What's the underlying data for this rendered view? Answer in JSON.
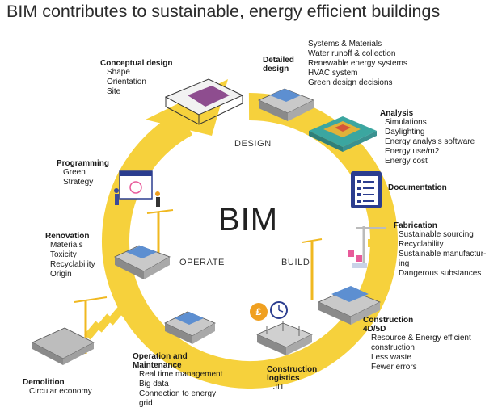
{
  "title": "BIM contributes to sustainable, energy efficient buildings",
  "center": "BIM",
  "phases": {
    "design": "DESIGN",
    "build": "BUILD",
    "operate": "OPERATE"
  },
  "colors": {
    "ring": "#f6d13c",
    "accent_blue": "#2b3d8f",
    "text": "#1a1a1a"
  },
  "stages": {
    "conceptual": {
      "title": [
        "Conceptual design"
      ],
      "items": [
        "Shape",
        "Orientation",
        "Site"
      ]
    },
    "detailed": {
      "title": [
        "Detailed",
        "design"
      ],
      "items": [
        "Systems & Materials",
        "Water runoff & collection",
        "Renewable energy systems",
        "HVAC system",
        "Green design decisions"
      ]
    },
    "analysis": {
      "title": [
        "Analysis"
      ],
      "items": [
        "Simulations",
        "Daylighting",
        "Energy analysis software",
        "Energy use/m2",
        "Energy cost"
      ]
    },
    "documentation": {
      "title": [
        "Documentation"
      ],
      "items": []
    },
    "fabrication": {
      "title": [
        "Fabrication"
      ],
      "items": [
        "Sustainable sourcing",
        "Recyclability",
        "Sustainable manufactur-",
        "ing",
        "Dangerous substances"
      ]
    },
    "construction": {
      "title": [
        "Construction",
        "4D/5D"
      ],
      "items": [
        "Resource & Energy efficient",
        "   construction",
        "Less waste",
        "Fewer errors"
      ]
    },
    "logistics": {
      "title": [
        "Construction",
        "logistics"
      ],
      "items": [
        "JIT"
      ]
    },
    "operation": {
      "title": [
        "Operation and",
        "Maintenance"
      ],
      "items": [
        "Real time management",
        "Big data",
        "Connection to energy",
        "grid"
      ]
    },
    "demolition": {
      "title": [
        "Demolition"
      ],
      "items": [
        "Circular economy"
      ]
    },
    "renovation": {
      "title": [
        "Renovation"
      ],
      "items": [
        "Materials",
        "Toxicity",
        "Recyclability",
        "Origin"
      ]
    },
    "programming": {
      "title": [
        "Programming"
      ],
      "items": [
        "Green",
        "Strategy"
      ]
    }
  },
  "icons": {
    "logistics_badges": {
      "currency": "£"
    }
  }
}
